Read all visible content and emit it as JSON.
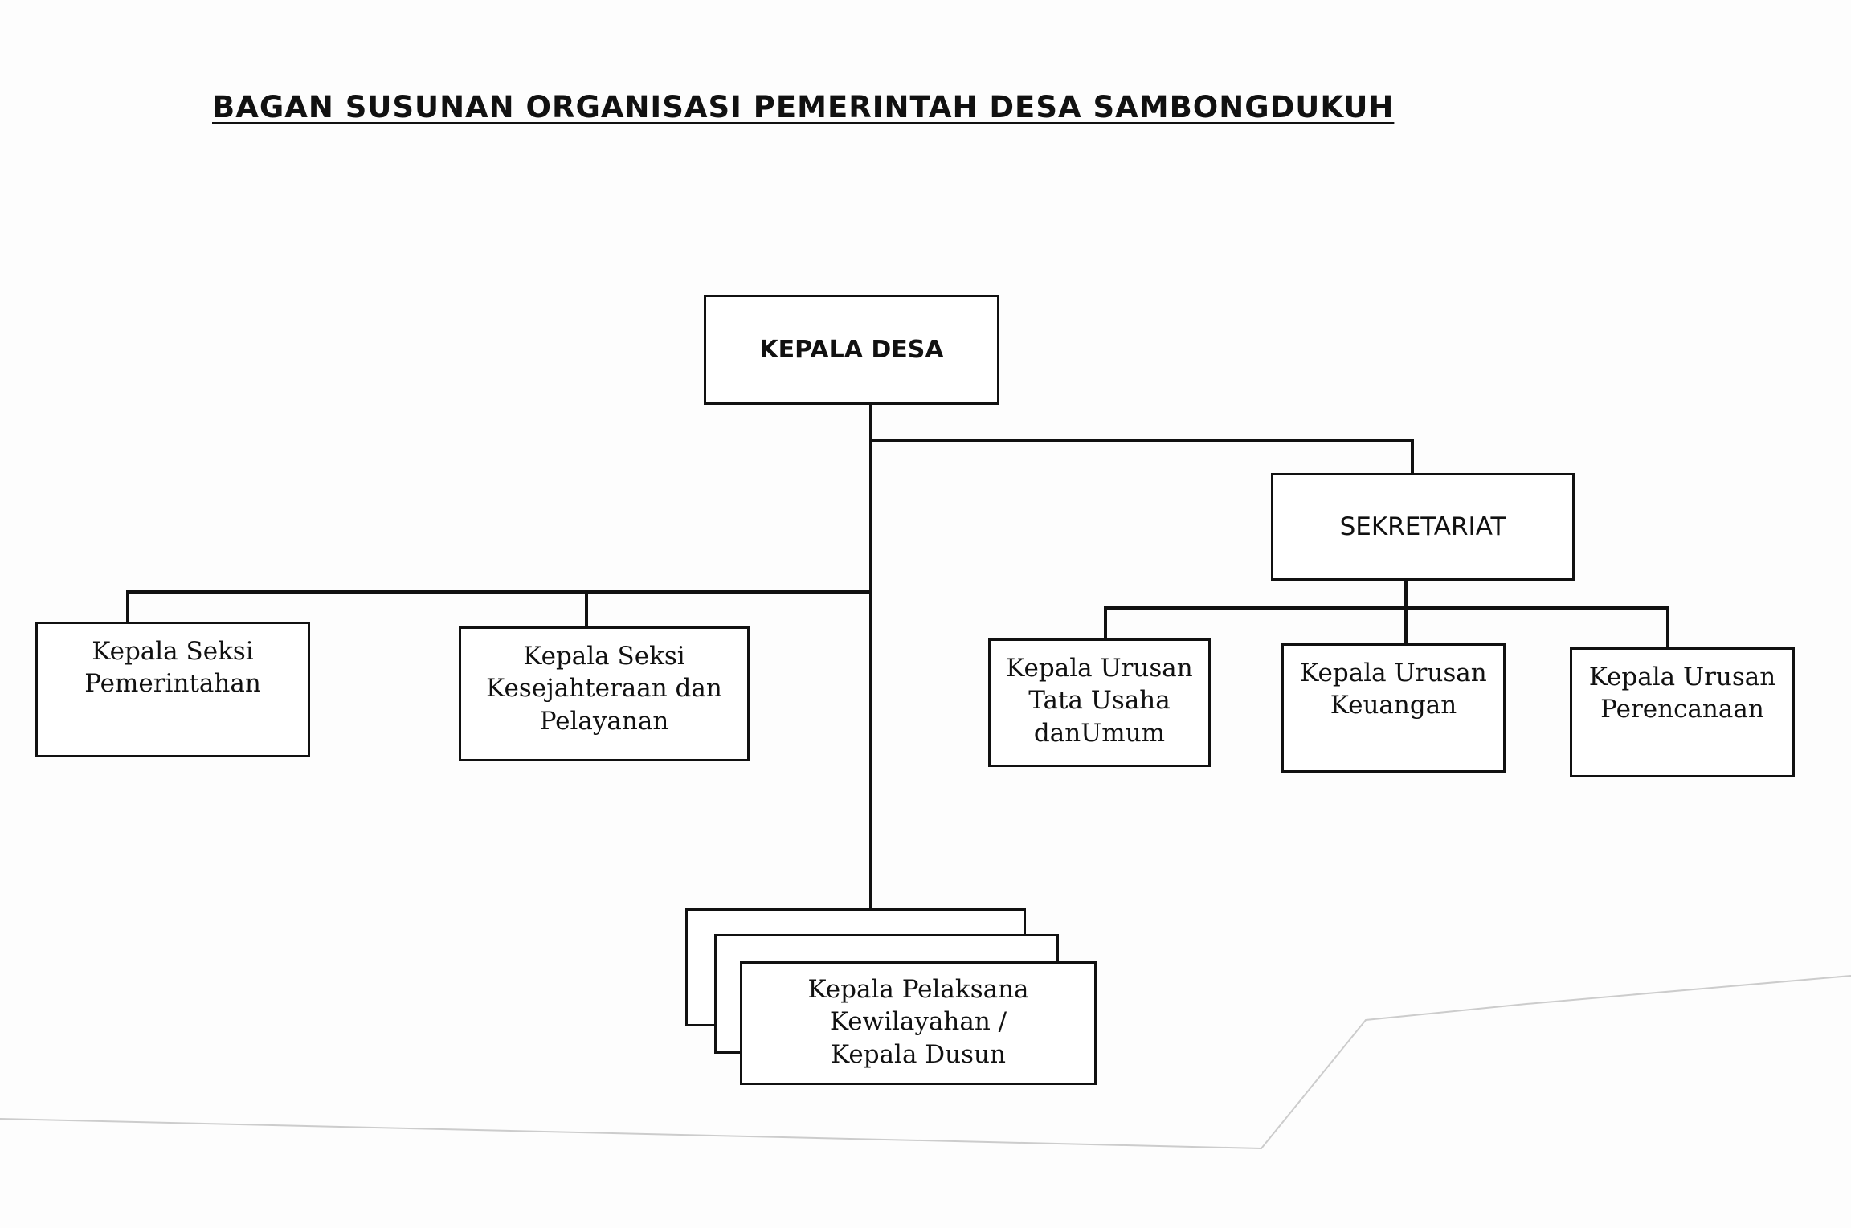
{
  "title": "BAGAN SUSUNAN ORGANISASI PEMERINTAH DESA SAMBONGDUKUH",
  "nodes": {
    "kepala_desa": "KEPALA DESA",
    "sekretariat": "SEKRETARIAT",
    "kasi_pemerintahan": "Kepala Seksi\nPemerintahan",
    "kasi_kesejahteraan": "Kepala Seksi\nKesejahteraan dan\nPelayanan",
    "kaur_tu": "Kepala Urusan\nTata Usaha\ndanUmum",
    "kaur_keuangan": "Kepala Urusan\nKeuangan",
    "kaur_perencanaan": "Kepala Urusan\nPerencanaan",
    "kepala_dusun": "Kepala Pelaksana\nKewilayahan /\nKepala Dusun"
  }
}
